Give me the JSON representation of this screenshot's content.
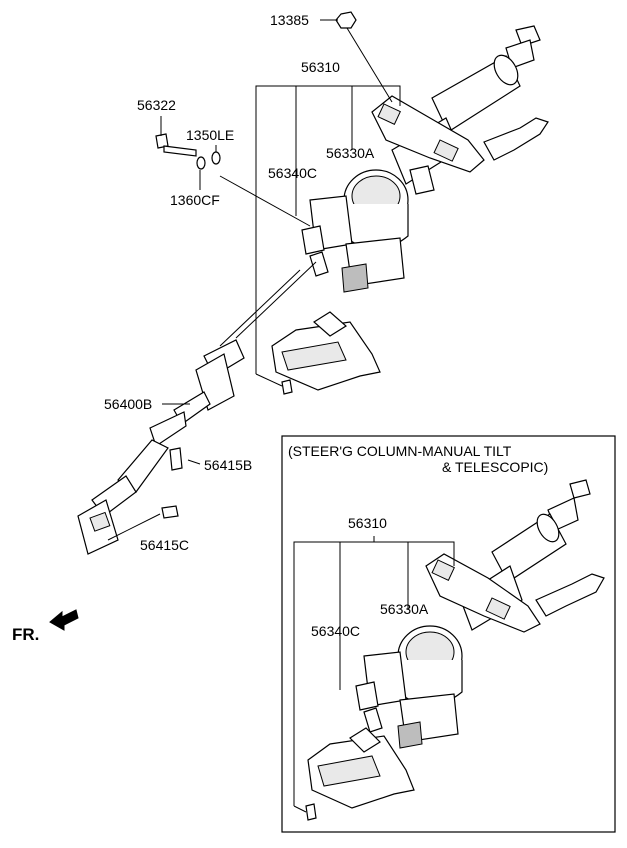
{
  "labels": {
    "l13385": "13385",
    "l56310_top": "56310",
    "l56322": "56322",
    "l1350le": "1350LE",
    "l56330a_top": "56330A",
    "l56340c_top": "56340C",
    "l1360cf": "1360CF",
    "l56400b": "56400B",
    "l56415b": "56415B",
    "l56415c": "56415C",
    "fr": "FR.",
    "inset_title_1": "(STEER'G COLUMN-MANUAL TILT",
    "inset_title_2": "& TELESCOPIC)",
    "l56310_inset": "56310",
    "l56330a_inset": "56330A",
    "l56340c_inset": "56340C"
  }
}
